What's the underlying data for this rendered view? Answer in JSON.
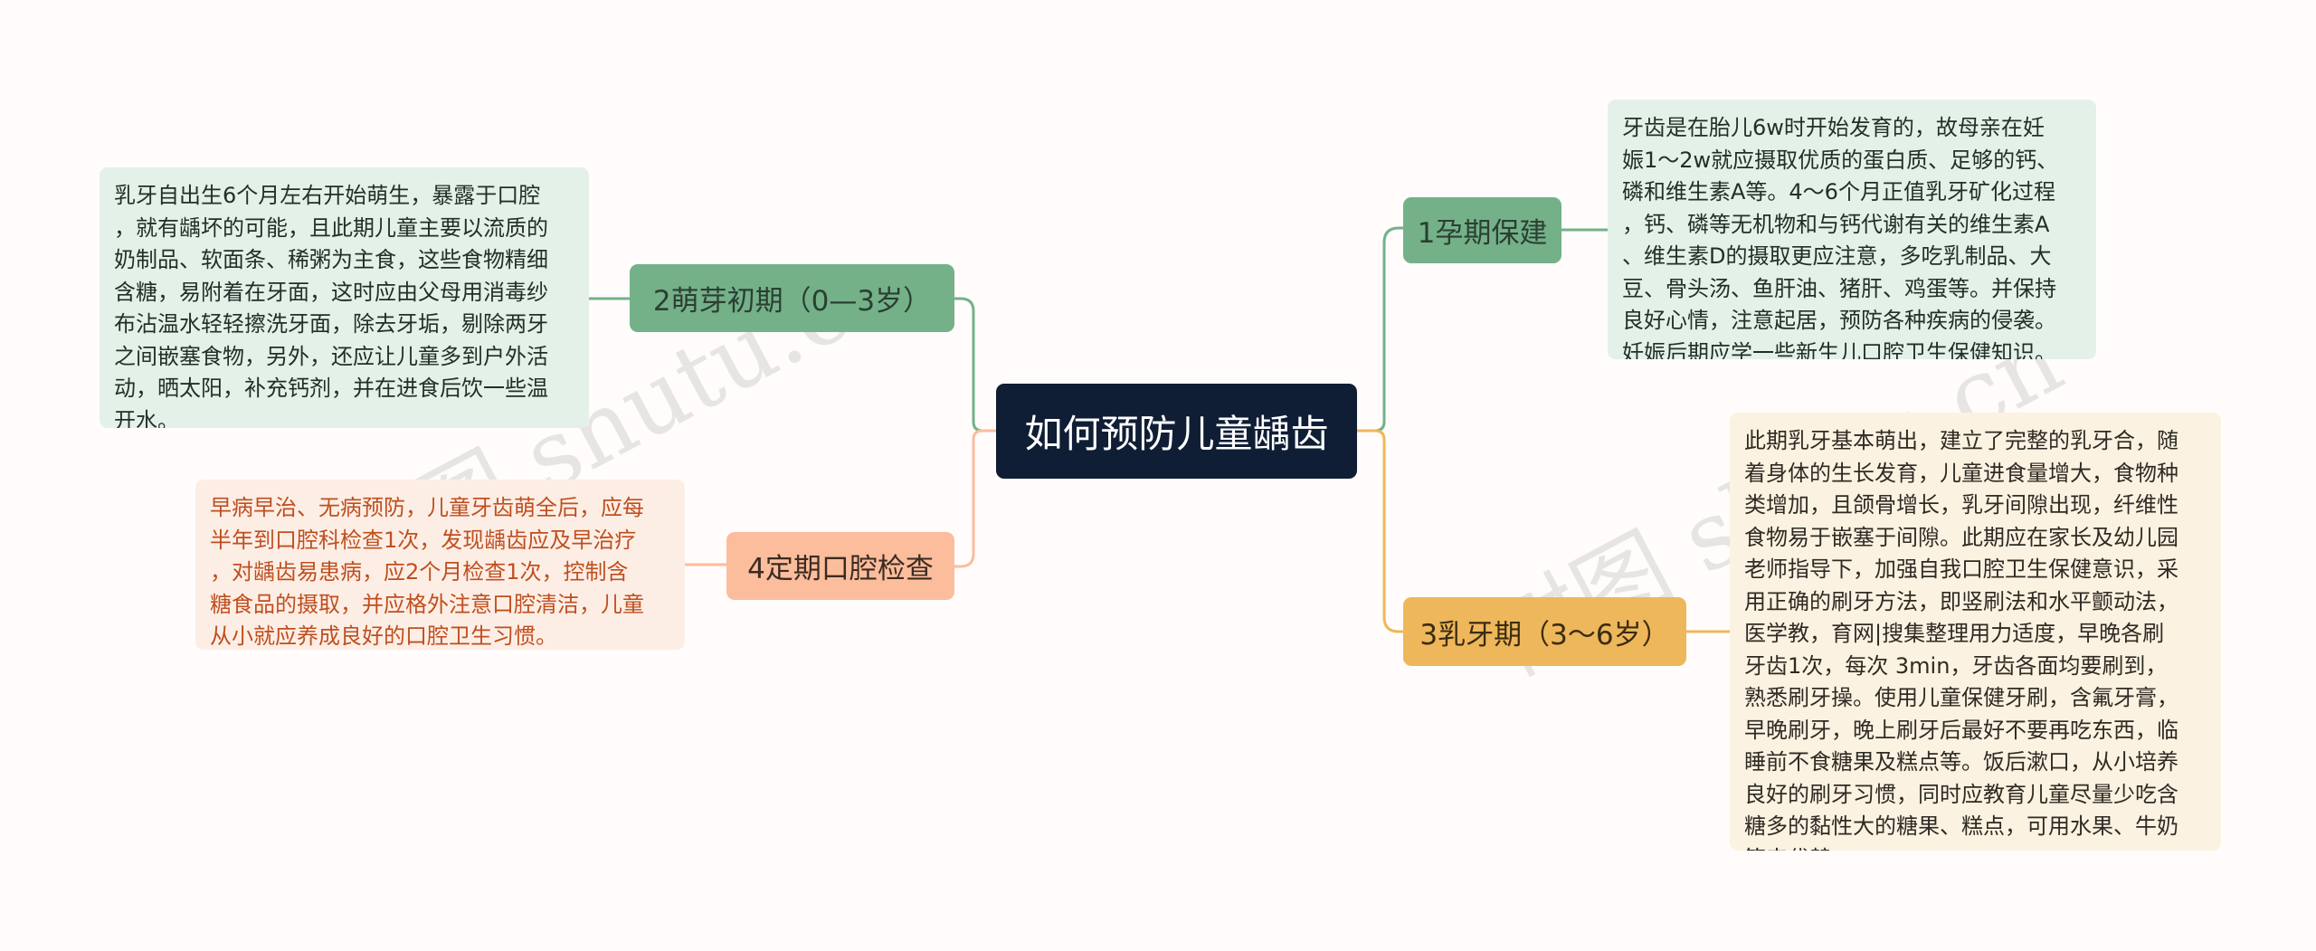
{
  "root": {
    "title": "如何预防儿童龋齿"
  },
  "branches": [
    {
      "label": "1孕期保建",
      "detail": "牙齿是在胎儿6w时开始发育的，故母亲在妊\n娠1～2w就应摄取优质的蛋白质、足够的钙、\n磷和维生素A等。4～6个月正值乳牙矿化过程\n，钙、磷等无机物和与钙代谢有关的维生素A\n、维生素D的摄取更应注意，多吃乳制品、大\n豆、骨头汤、鱼肝油、猪肝、鸡蛋等。并保持\n良好心情，注意起居，预防各种疾病的侵袭。\n妊娠后期应学一些新生儿口腔卫生保健知识。"
    },
    {
      "label": "2萌芽初期（0—3岁）",
      "detail": "乳牙自出生6个月左右开始萌生，暴露于口腔\n，就有龋坏的可能，且此期儿童主要以流质的\n奶制品、软面条、稀粥为主食，这些食物精细\n含糖，易附着在牙面，这时应由父母用消毒纱\n布沾温水轻轻擦洗牙面，除去牙垢，剔除两牙\n之间嵌塞食物，另外，还应让儿童多到户外活\n动，晒太阳，补充钙剂，并在进食后饮一些温\n开水。"
    },
    {
      "label": "3乳牙期（3～6岁）",
      "detail": "此期乳牙基本萌出，建立了完整的乳牙合，随\n着身体的生长发育，儿童进食量增大，食物种\n类增加，且颌骨增长，乳牙间隙出现，纤维性\n食物易于嵌塞于间隙。此期应在家长及幼儿园\n老师指导下，加强自我口腔卫生保健意识，采\n用正确的刷牙方法，即竖刷法和水平颤动法，\n医学教，育网|搜集整理用力适度，早晚各刷\n牙齿1次，每次 3min，牙齿各面均要刷到，\n熟悉刷牙操。使用儿童保健牙刷，含氟牙膏，\n早晚刷牙，晚上刷牙后最好不要再吃东西，临\n睡前不食糖果及糕点等。饭后漱口，从小培养\n良好的刷牙习惯，同时应教育儿童尽量少吃含\n糖多的黏性大的糖果、糕点，可用水果、牛奶\n等来代替。"
    },
    {
      "label": "4定期口腔检查",
      "detail": "早病早治、无病预防，儿童牙齿萌全后，应每\n半年到口腔科检查1次，发现龋齿应及早治疗\n，对龋齿易患病，应2个月检查1次，控制含\n糖食品的摄取，并应格外注意口腔清洁，儿童\n从小就应养成良好的口腔卫生习惯。"
    }
  ],
  "watermarks": [
    "树图 shutu.cn",
    "树图 shutu.cn"
  ],
  "colors": {
    "root": "#0f1e35",
    "green": "#74b188",
    "orange": "#fbbd9c",
    "yellow": "#efb75b"
  }
}
